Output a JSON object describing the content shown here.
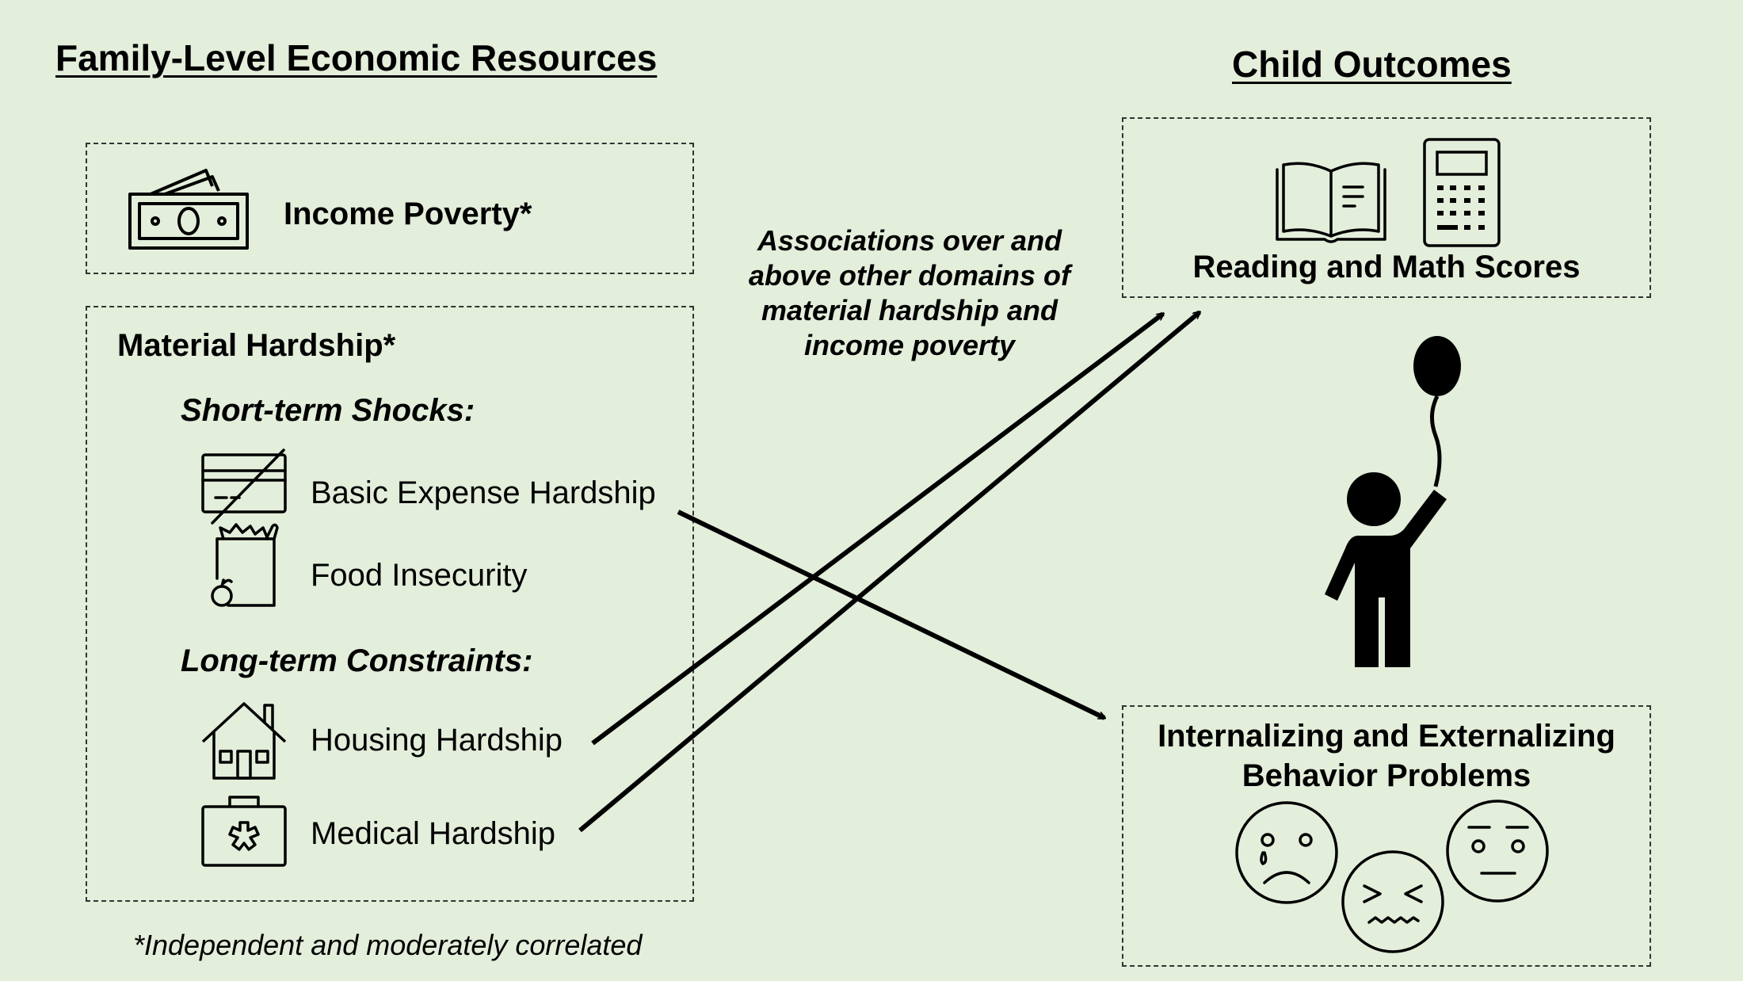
{
  "headings": {
    "left": "Family-Level Economic Resources",
    "right": "Child Outcomes"
  },
  "income": {
    "label": "Income Poverty*",
    "icon": "money-icon"
  },
  "hardship": {
    "title": "Material Hardship*",
    "short_term": "Short-term Shocks:",
    "long_term": "Long-term Constraints:",
    "items": [
      {
        "label": "Basic Expense Hardship",
        "icon": "credit-card-icon"
      },
      {
        "label": "Food Insecurity",
        "icon": "grocery-bag-icon"
      },
      {
        "label": "Housing Hardship",
        "icon": "house-icon"
      },
      {
        "label": "Medical Hardship",
        "icon": "medical-kit-icon"
      }
    ]
  },
  "footnote": "*Independent and moderately correlated",
  "association_note": [
    "Associations over and",
    "above other domains of",
    "material hardship and",
    "income poverty"
  ],
  "outcomes": {
    "academic": {
      "label": "Reading and Math Scores",
      "icons": [
        "book-icon",
        "calculator-icon"
      ]
    },
    "behavior": {
      "label_lines": [
        "Internalizing and Externalizing",
        "Behavior Problems"
      ],
      "icons": [
        "sad-face-icon",
        "distressed-face-icon",
        "neutral-face-icon"
      ]
    }
  },
  "child_icon": "child-with-balloon-icon",
  "arrows": [
    {
      "from": "Basic Expense Hardship",
      "to": "Internalizing and Externalizing Behavior Problems"
    },
    {
      "from": "Housing Hardship",
      "to": "Reading and Math Scores"
    },
    {
      "from": "Medical Hardship",
      "to": "Reading and Math Scores"
    }
  ],
  "colors": {
    "background": "#e3eedb",
    "stroke": "#000000",
    "dashed_border": "#333333"
  }
}
